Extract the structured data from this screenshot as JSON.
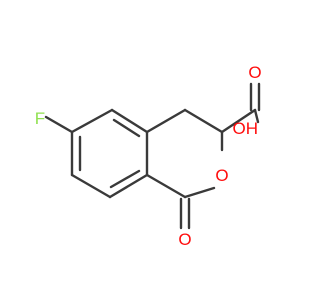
{
  "molecule": {
    "atoms": {
      "fluorine": "F",
      "ring_oxygen": "O",
      "carbonyl_oxygen": "O",
      "acid_oxygen": "O",
      "hydroxyl": "OH"
    },
    "colors": {
      "bond": "#3a3a3a",
      "oxygen": "#ff0d0d",
      "fluorine": "#90e050"
    }
  }
}
